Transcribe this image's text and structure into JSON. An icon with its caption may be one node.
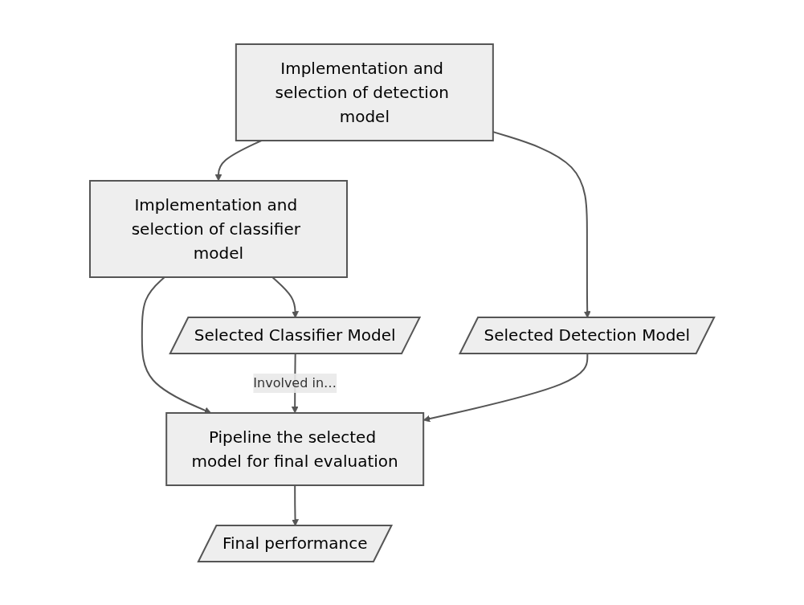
{
  "diagram": {
    "nodes": [
      {
        "text": [
          "Implementation and selection of detection model"
        ]
      },
      {
        "text": [
          "Selected Detection Model"
        ]
      },
      {
        "text": [
          "Implementation and selection of classifier model"
        ]
      },
      {
        "text": [
          "Selected Classifier Model"
        ]
      },
      {
        "text": [
          "Pipeline the selected model for final evaluation"
        ]
      },
      {
        "text": [
          "Final performance"
        ]
      }
    ],
    "edges": [
      {
        "from": 0,
        "to": 1,
        "arrow": "to"
      },
      {
        "from": 0,
        "to": 2,
        "arrow": "to"
      },
      {
        "from": 2,
        "to": 3,
        "arrow": "to"
      },
      {
        "from": 2,
        "to": 4,
        "arrow": "to"
      },
      {
        "from": 3,
        "to": 4,
        "arrow": "to",
        "label": "Involved in…"
      },
      {
        "from": 1,
        "to": 4,
        "arrow": "to"
      },
      {
        "from": 4,
        "to": 5,
        "arrow": "to"
      }
    ]
  }
}
